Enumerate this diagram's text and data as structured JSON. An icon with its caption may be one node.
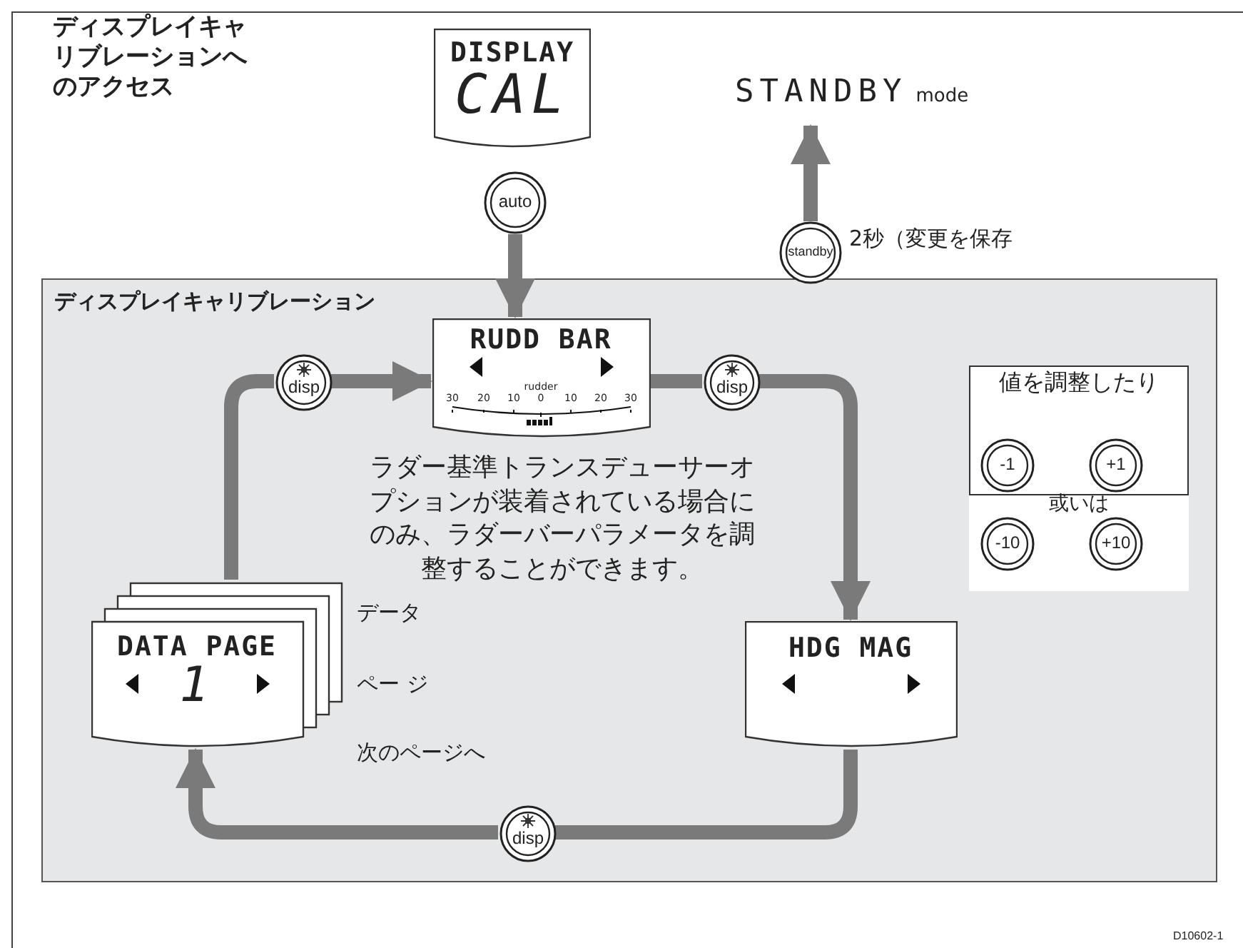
{
  "diagram": {
    "title": "ディスプレイキャリブレーションへのアクセス",
    "nodes": [
      {
        "text": [
          "DISPLAY",
          "CAL"
        ]
      },
      {
        "text": [
          "auto"
        ]
      },
      {
        "text": [
          "STANDBY",
          "mode"
        ]
      },
      {
        "text": [
          "standby"
        ],
        "beside": [
          "2秒（変更を保存"
        ]
      },
      {
        "text": [
          "ディスプレイキャリブレーション"
        ]
      },
      {
        "text": [
          "RUDD BAR",
          "rudder",
          "30",
          "20",
          "10",
          "0",
          "10",
          "20",
          "30"
        ],
        "in": 4
      },
      {
        "text": [
          "disp"
        ],
        "in": 4
      },
      {
        "text": [
          "disp"
        ],
        "in": 4
      },
      {
        "text": [
          "HDG MAG"
        ],
        "in": 4
      },
      {
        "text": [
          "disp"
        ],
        "in": 4
      },
      {
        "text": [
          "DATA PAGE",
          "1"
        ],
        "in": 4
      },
      {
        "text": [
          "値を調整したり",
          "或いは"
        ],
        "in": 4
      },
      {
        "text": [
          "-1"
        ],
        "in": 11
      },
      {
        "text": [
          "+1"
        ],
        "in": 11
      },
      {
        "text": [
          "-10"
        ],
        "in": 11
      },
      {
        "text": [
          "+10"
        ],
        "in": 11
      }
    ],
    "edges": [
      {
        "from": 1,
        "to": 5,
        "arrow": "to"
      },
      {
        "from": 3,
        "to": 2,
        "arrow": "to"
      },
      {
        "from": 10,
        "to": 6,
        "arrow": "none"
      },
      {
        "from": 6,
        "to": 5,
        "arrow": "to"
      },
      {
        "from": 5,
        "to": 7,
        "arrow": "none"
      },
      {
        "from": 7,
        "to": 8,
        "arrow": "to"
      },
      {
        "from": 8,
        "to": 9,
        "arrow": "none"
      },
      {
        "from": 9,
        "to": 10,
        "arrow": "to"
      }
    ],
    "labels": [
      "ラダー基準トランスデューサーオプションが装着されている場合にのみ、ラダーバーパラメータを調整することができます。",
      "データ",
      "ペー ジ",
      "次のページへ",
      "D10602-1"
    ]
  }
}
